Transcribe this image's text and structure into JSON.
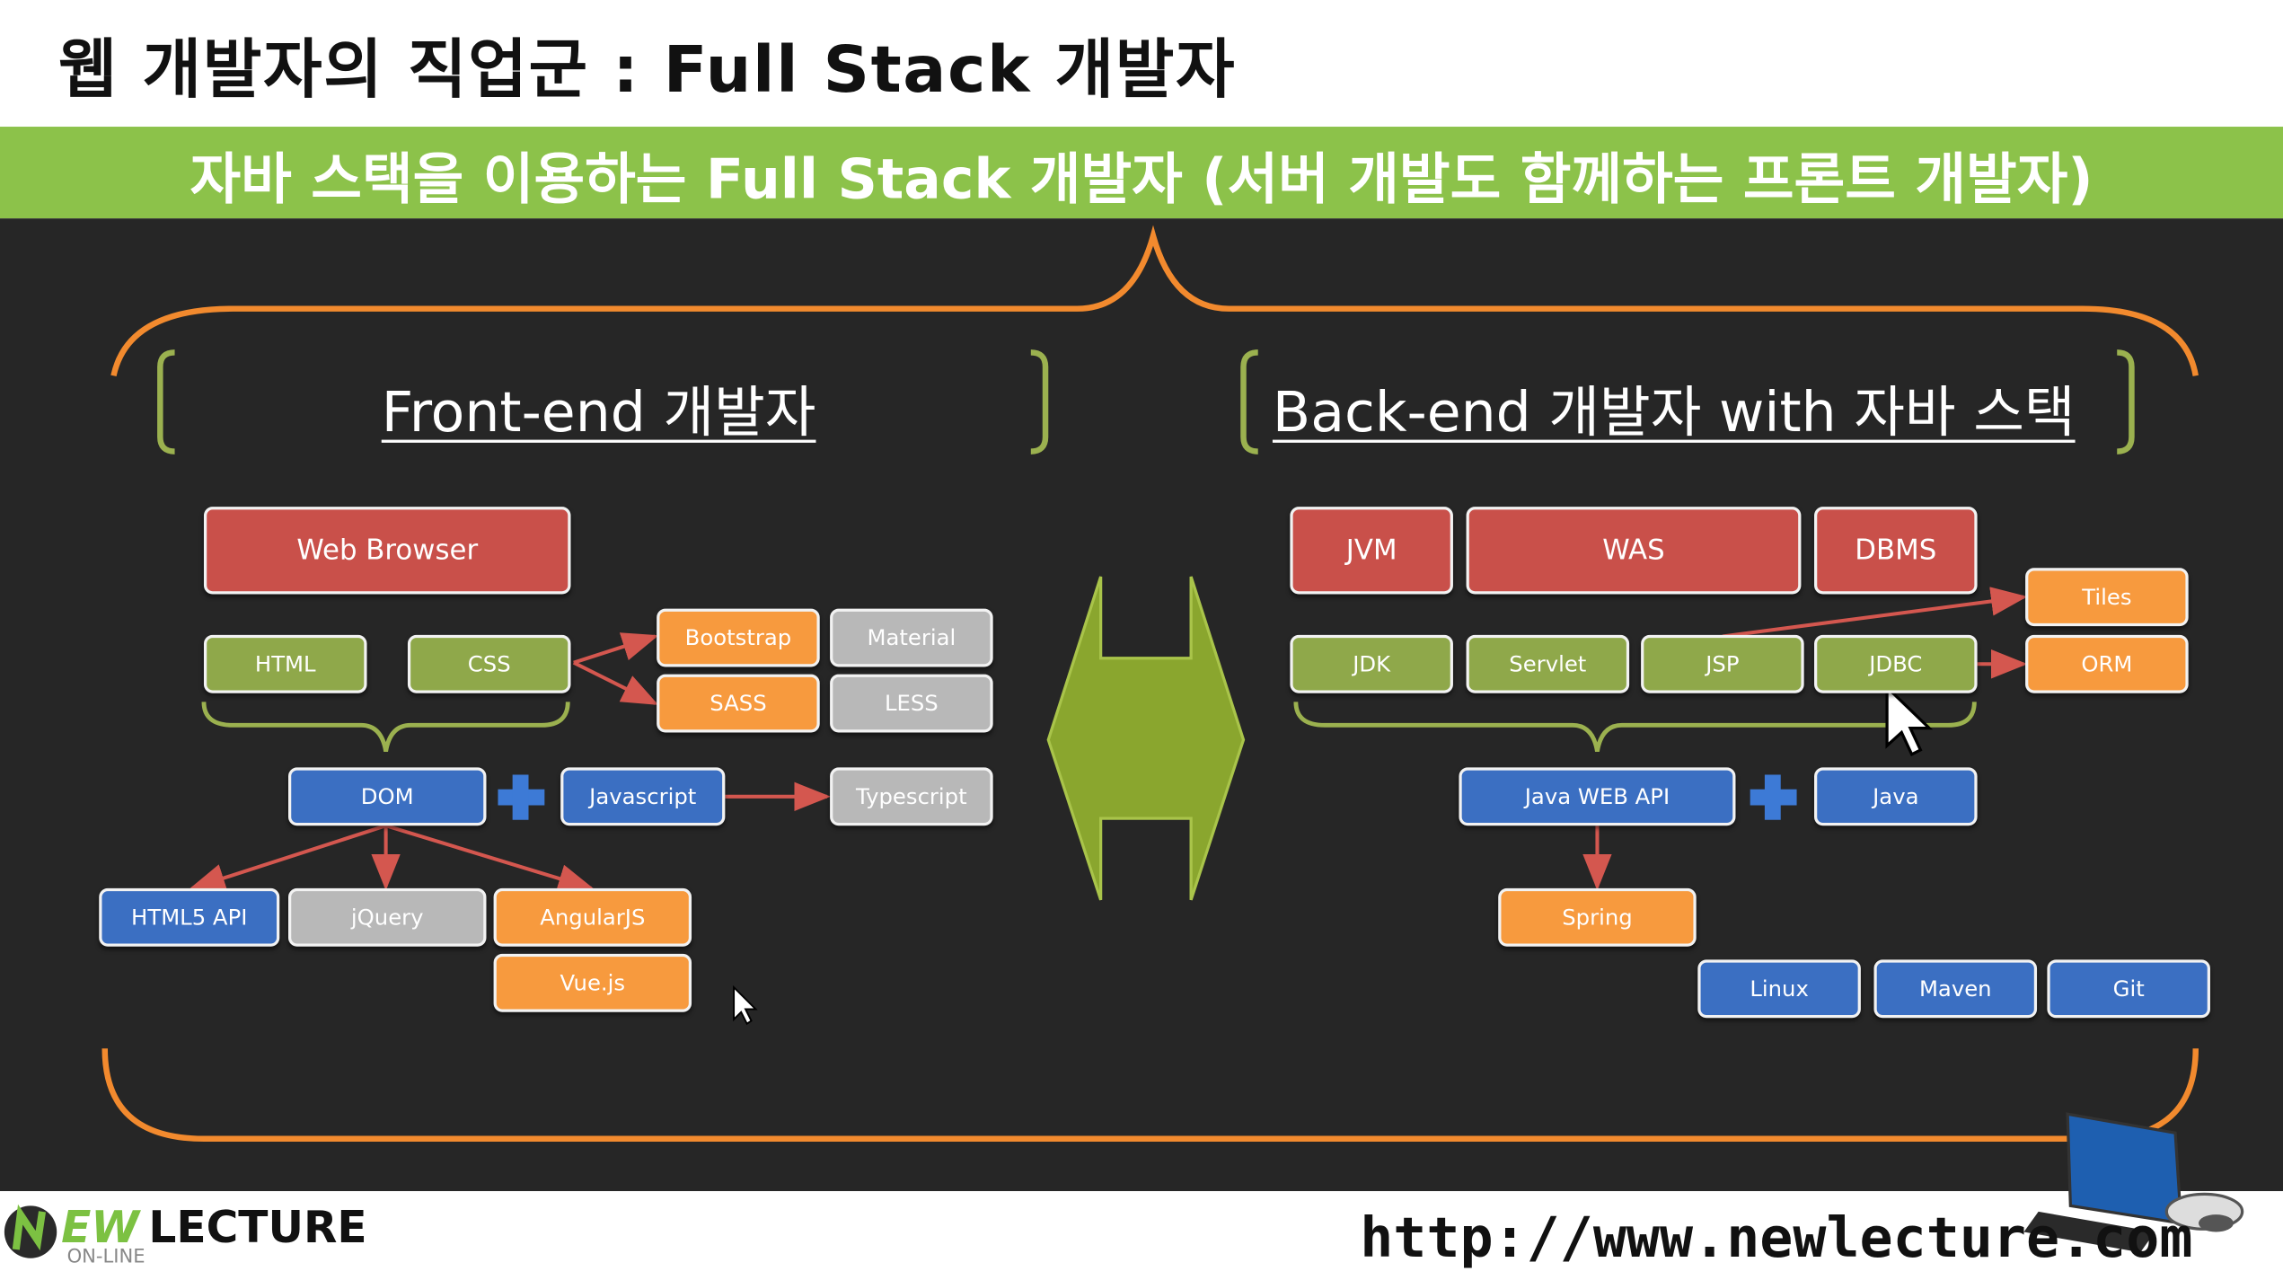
{
  "header": {
    "title": "웹 개발자의 직업군 : Full Stack 개발자",
    "subtitle": "자바 스택을 이용하는 Full Stack 개발자 (서버 개발도 함께하는 프론트 개발자)"
  },
  "frontend": {
    "title": "Front-end 개발자",
    "web_browser": "Web Browser",
    "html": "HTML",
    "css": "CSS",
    "bootstrap": "Bootstrap",
    "material": "Material",
    "sass": "SASS",
    "less": "LESS",
    "dom": "DOM",
    "javascript": "Javascript",
    "typescript": "Typescript",
    "html5_api": "HTML5 API",
    "jquery": "jQuery",
    "angularjs": "AngularJS",
    "vuejs": "Vue.js"
  },
  "backend": {
    "title": "Back-end 개발자 with 자바 스택",
    "jvm": "JVM",
    "was": "WAS",
    "dbms": "DBMS",
    "tiles": "Tiles",
    "jdk": "JDK",
    "servlet": "Servlet",
    "jsp": "JSP",
    "jdbc": "JDBC",
    "orm": "ORM",
    "java_web_api": "Java WEB API",
    "java": "Java",
    "spring": "Spring",
    "linux": "Linux",
    "maven": "Maven",
    "git": "Git"
  },
  "footer": {
    "logo_ew": "EW",
    "logo_lecture": "LECTURE",
    "logo_online": "ON-LINE",
    "url": "http://www.newlecture.com"
  },
  "colors": {
    "band_green": "#8cc24a",
    "slide_bg": "#262626",
    "brace_orange": "#f28a2e",
    "bracket_green": "#9bb14f",
    "arrow_red": "#d4574f",
    "plus_blue": "#3d7ad6"
  }
}
